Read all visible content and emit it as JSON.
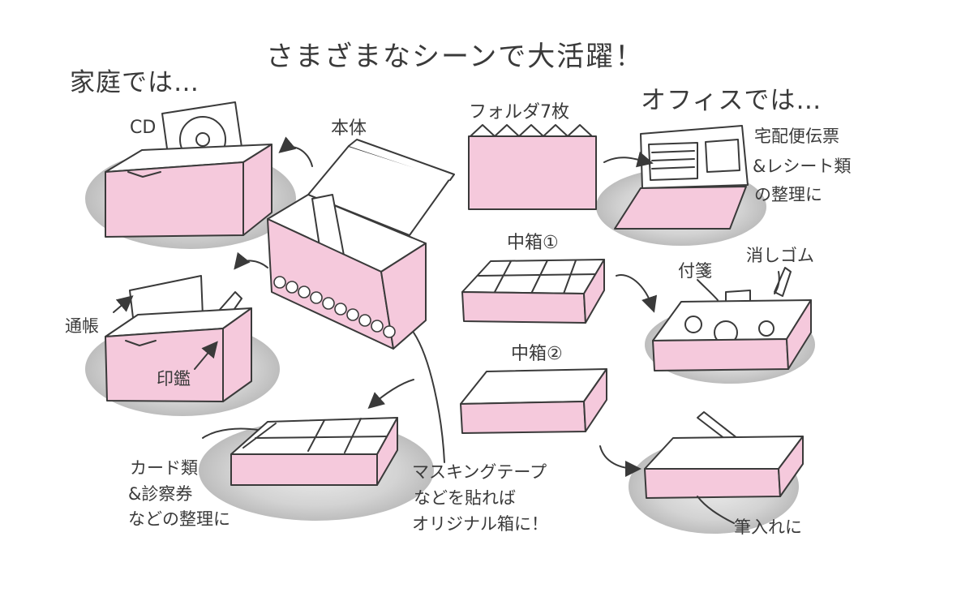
{
  "title": "さまざまなシーンで大活躍！",
  "home_heading": "家庭では…",
  "office_heading": "オフィスでは…",
  "labels": {
    "cd": "CD",
    "main_body": "本体",
    "folders": "フォルダ7枚",
    "office_doc_note": [
      "宅配便伝票",
      "&レシート類",
      "の整理に"
    ],
    "inner_box_1": "中箱①",
    "inner_box_2": "中箱②",
    "sticky_notes": "付箋",
    "eraser": "消しゴム",
    "passbook": "通帳",
    "seal": "印鑑",
    "cards_note": [
      "カード類",
      "&診察券",
      "などの整理に"
    ],
    "tape_note": [
      "マスキングテープ",
      "などを貼れば",
      "オリジナル箱に！"
    ],
    "pen_holder": "筆入れに"
  },
  "colors": {
    "box_pink": "#f5c9dc",
    "line": "#3a3a3a",
    "shadow": "#cfcfcf"
  }
}
